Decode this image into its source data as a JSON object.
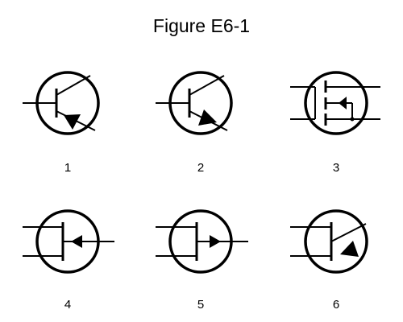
{
  "title": "Figure E6-1",
  "colors": {
    "stroke": "#000000",
    "background": "#ffffff"
  },
  "symbols": [
    {
      "label": "1",
      "icon": "pnp-bjt-symbol-icon"
    },
    {
      "label": "2",
      "icon": "npn-bjt-symbol-icon"
    },
    {
      "label": "3",
      "icon": "n-channel-mosfet-symbol-icon"
    },
    {
      "label": "4",
      "icon": "p-channel-jfet-symbol-icon"
    },
    {
      "label": "5",
      "icon": "n-channel-jfet-symbol-icon"
    },
    {
      "label": "6",
      "icon": "ujt-symbol-icon"
    }
  ]
}
